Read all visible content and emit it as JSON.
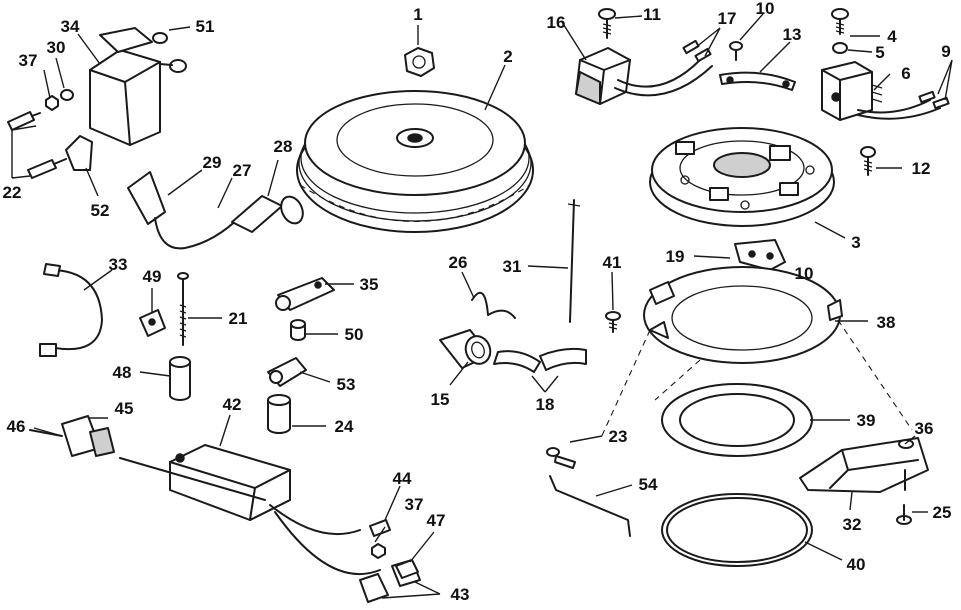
{
  "callouts": {
    "c1": "1",
    "c2": "2",
    "c3": "3",
    "c4": "4",
    "c5": "5",
    "c6": "6",
    "c9": "9",
    "c10a": "10",
    "c10b": "10",
    "c11": "11",
    "c12": "12",
    "c13": "13",
    "c15": "15",
    "c16": "16",
    "c17": "17",
    "c18": "18",
    "c19": "19",
    "c21": "21",
    "c22": "22",
    "c23": "23",
    "c24": "24",
    "c25": "25",
    "c26": "26",
    "c27": "27",
    "c28": "28",
    "c29": "29",
    "c30": "30",
    "c31": "31",
    "c32": "32",
    "c33": "33",
    "c34": "34",
    "c35": "35",
    "c36": "36",
    "c37a": "37",
    "c37b": "37",
    "c38": "38",
    "c39": "39",
    "c40": "40",
    "c41": "41",
    "c42": "42",
    "c43": "43",
    "c44": "44",
    "c45": "45",
    "c46": "46",
    "c47": "47",
    "c48": "48",
    "c49": "49",
    "c50": "50",
    "c51": "51",
    "c52": "52",
    "c53": "53",
    "c54": "54"
  }
}
